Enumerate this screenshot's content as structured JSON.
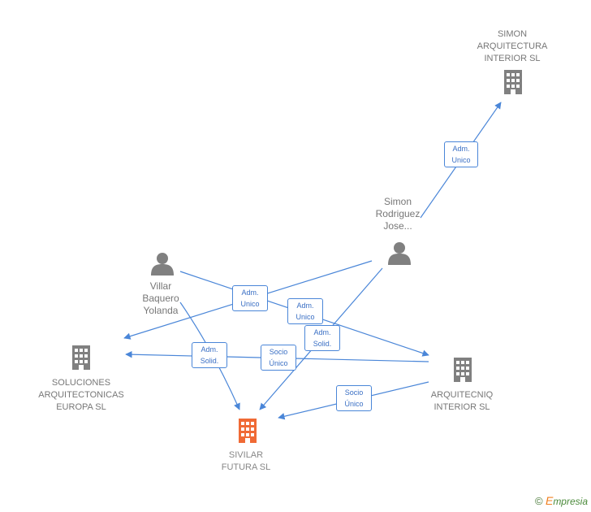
{
  "nodes": {
    "simon_arquitectura": {
      "label": "SIMON\nARQUITECTURA\nINTERIOR  SL",
      "icon": "building-icon"
    },
    "simon_rodriguez": {
      "label": "Simon\nRodriguez\nJose...",
      "icon": "person-icon"
    },
    "villar": {
      "label": "Villar\nBaquero\nYolanda",
      "icon": "person-icon"
    },
    "soluciones": {
      "label": "SOLUCIONES\nARQUITECTONICAS\nEUROPA  SL",
      "icon": "building-icon"
    },
    "arquitecniq": {
      "label": "ARQUITECNIQ\nINTERIOR  SL",
      "icon": "building-icon"
    },
    "sivilar": {
      "label": "SIVILAR\nFUTURA  SL",
      "icon": "building-icon"
    }
  },
  "edges": {
    "adm_unico_simon": "Adm.\nUnico",
    "adm_unico_soluciones": "Adm.\nUnico",
    "adm_unico_arquitecniq": "Adm.\nUnico",
    "adm_solid_simon": "Adm.\nSolid.",
    "adm_solid_villar": "Adm.\nSolid.",
    "socio_unico_soluciones": "Socio\nÚnico",
    "socio_unico_sivilar": "Socio\nÚnico"
  },
  "colors": {
    "edge": "#4a86d8",
    "node": "#808080",
    "highlight": "#f06a35"
  },
  "footer": {
    "copyright": "©",
    "brand_initial": "E",
    "brand_rest": "mpresia"
  }
}
